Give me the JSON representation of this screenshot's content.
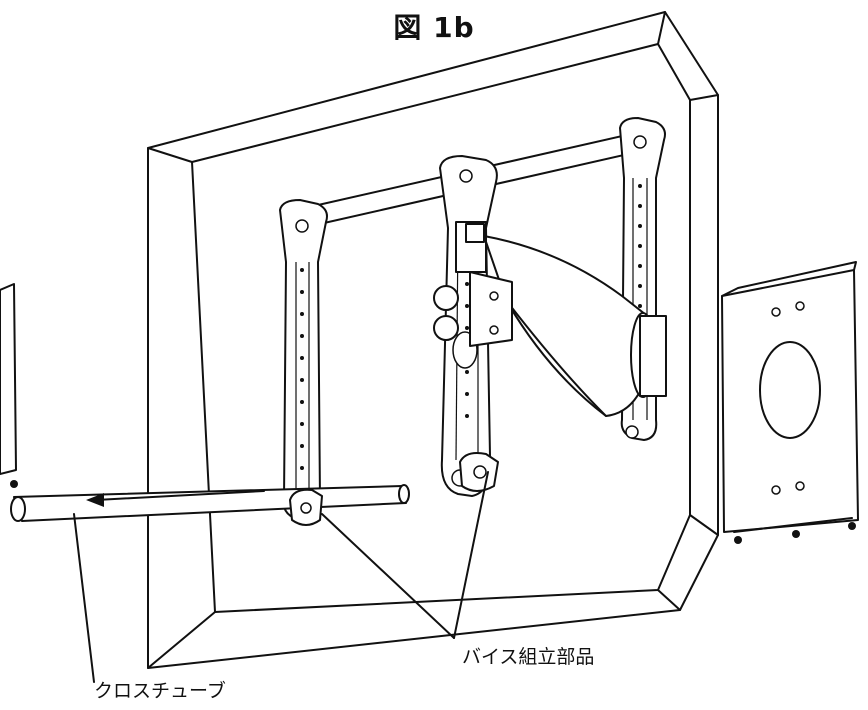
{
  "figure": {
    "title": "図 1b"
  },
  "callouts": {
    "vise_assembly": "バイス組立部品",
    "cross_tube": "クロスチューブ"
  },
  "colors": {
    "line": "#111111",
    "background": "#ffffff"
  }
}
